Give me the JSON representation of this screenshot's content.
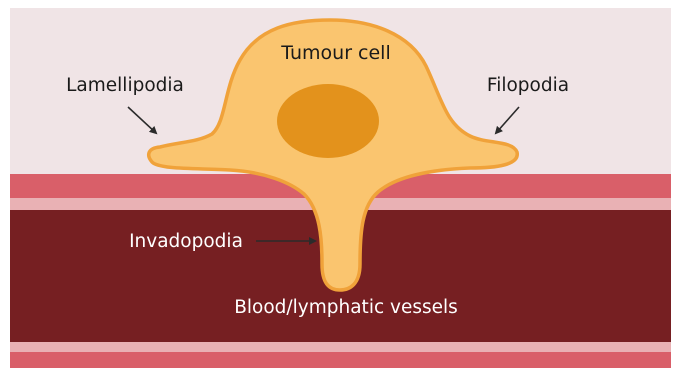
{
  "labels": {
    "tumour_cell": "Tumour cell",
    "lamellipodia": "Lamellipodia",
    "filopodia": "Filopodia",
    "invadopodia": "Invadopodia",
    "vessels": "Blood/lymphatic vessels"
  },
  "colors": {
    "background_upper": "#f0e4e6",
    "vessel_wall": "#d95f69",
    "vessel_stripe": "#e9b1b4",
    "vessel_lumen": "#761f22",
    "cell_fill": "#fac56f",
    "cell_outline": "#f0a23a",
    "nucleus": "#e3921c",
    "arrow": "#2b2b2b",
    "label_dark": "#1a1a1a",
    "label_light": "#ffffff"
  }
}
